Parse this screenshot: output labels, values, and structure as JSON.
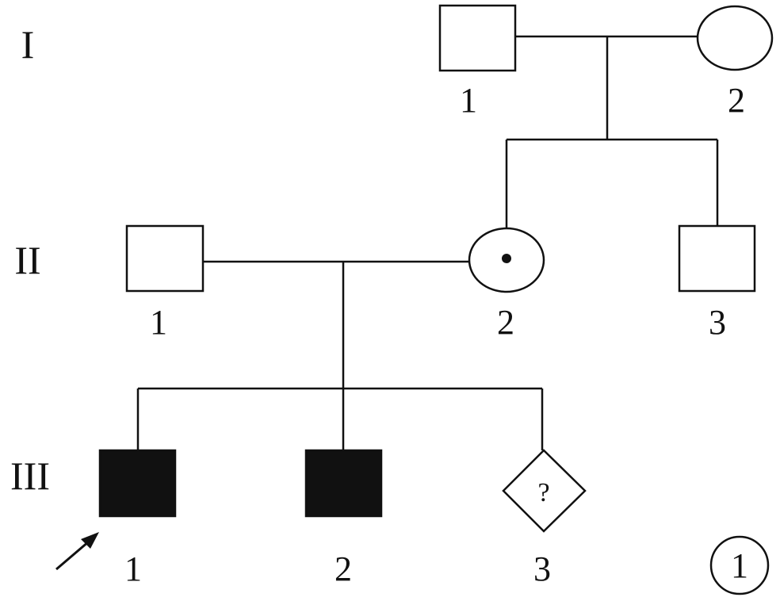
{
  "generations": [
    {
      "id": "gen-1",
      "label": "I"
    },
    {
      "id": "gen-2",
      "label": "II"
    },
    {
      "id": "gen-3",
      "label": "III"
    }
  ],
  "individuals": [
    {
      "id": "I-1",
      "number": "1",
      "sex": "male",
      "status": "unaffected"
    },
    {
      "id": "I-2",
      "number": "2",
      "sex": "female",
      "status": "unaffected"
    },
    {
      "id": "II-1",
      "number": "1",
      "sex": "male",
      "status": "unaffected"
    },
    {
      "id": "II-2",
      "number": "2",
      "sex": "female",
      "status": "carrier"
    },
    {
      "id": "II-3",
      "number": "3",
      "sex": "male",
      "status": "unaffected"
    },
    {
      "id": "III-1",
      "number": "1",
      "sex": "male",
      "status": "affected",
      "proband": true
    },
    {
      "id": "III-2",
      "number": "2",
      "sex": "male",
      "status": "affected"
    },
    {
      "id": "III-3",
      "number": "3",
      "sex": "unknown",
      "status": "unknown",
      "symbol_text": "?"
    }
  ],
  "marriages": [
    {
      "partners": [
        "I-1",
        "I-2"
      ],
      "children": [
        "II-2",
        "II-3"
      ]
    },
    {
      "partners": [
        "II-1",
        "II-2"
      ],
      "children": [
        "III-1",
        "III-2",
        "III-3"
      ]
    }
  ],
  "figure_label": "1",
  "colors": {
    "ink": "#111111",
    "background": "#ffffff"
  }
}
